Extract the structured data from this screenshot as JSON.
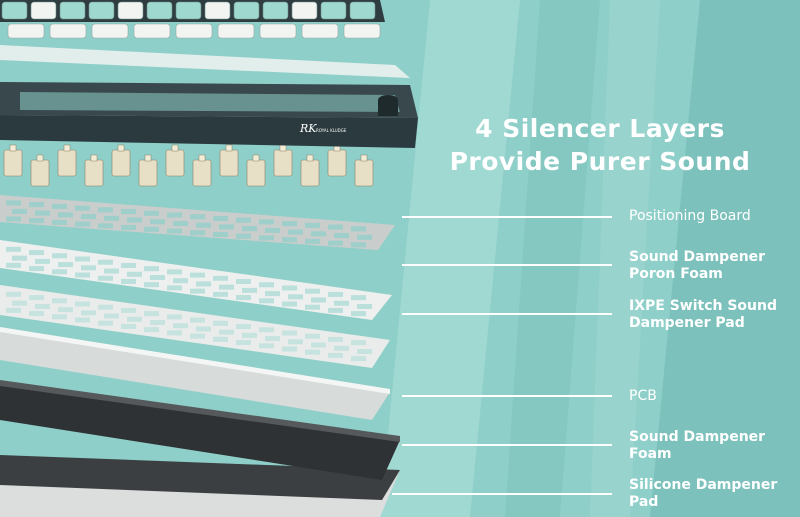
{
  "headline": {
    "line1": "4 Silencer Layers",
    "line2": "Provide Purer Sound"
  },
  "callouts": [
    {
      "lines": [
        "Positioning Board"
      ],
      "weight": "light"
    },
    {
      "lines": [
        "Sound Dampener",
        "Poron Foam"
      ],
      "weight": "bold"
    },
    {
      "lines": [
        "IXPE Switch Sound",
        "Dampener Pad"
      ],
      "weight": "bold"
    },
    {
      "lines": [
        "PCB"
      ],
      "weight": "light"
    },
    {
      "lines": [
        "Sound Dampener",
        "Foam"
      ],
      "weight": "bold"
    },
    {
      "lines": [
        "Silicone Dampener",
        "Pad"
      ],
      "weight": "bold"
    }
  ],
  "product_logo": {
    "text": "RK",
    "subtext": "ROYAL KLUDGE"
  },
  "colors": {
    "background": "#8fcfc9",
    "background_dark": "#6fb7b1",
    "frame": "#2b3a3e",
    "keycap_mint": "#9fd8cf",
    "keycap_white": "#f2f4f2",
    "foam_dark": "#3a3d3f",
    "plate_light": "#e6e9e8"
  }
}
